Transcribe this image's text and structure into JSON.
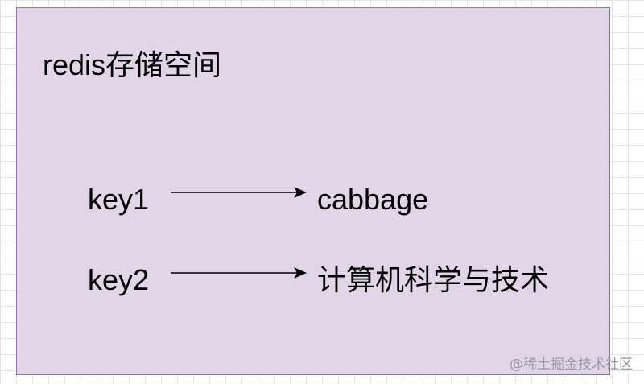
{
  "diagram": {
    "title": "redis存储空间",
    "rows": [
      {
        "key": "key1",
        "value": "cabbage"
      },
      {
        "key": "key2",
        "value": "计算机科学与技术"
      }
    ],
    "colors": {
      "box_fill": "#e1d5e7",
      "box_border": "#9673a6",
      "arrow": "#000000"
    }
  },
  "watermark": {
    "text": "@稀土掘金技术社区"
  }
}
